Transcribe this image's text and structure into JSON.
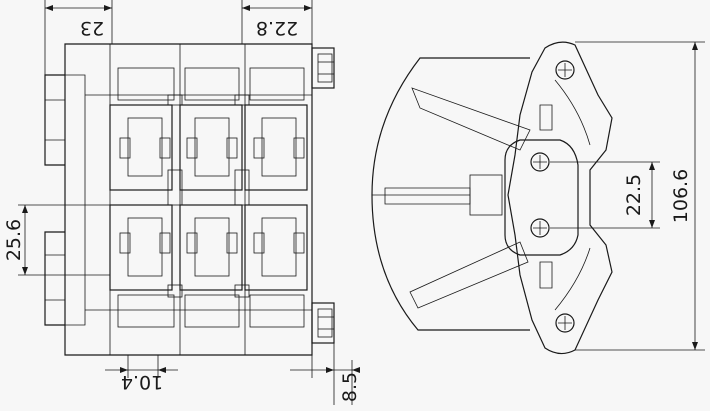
{
  "drawing": {
    "left_view": {
      "dimensions": {
        "top_left_width": "23",
        "top_right_width": "22.8",
        "left_height": "25.6",
        "bottom_pitch": "10.4",
        "bottom_right_offset": "8.5"
      }
    },
    "right_view": {
      "dimensions": {
        "hole_spacing": "22.5",
        "overall_height": "106.6"
      }
    }
  }
}
